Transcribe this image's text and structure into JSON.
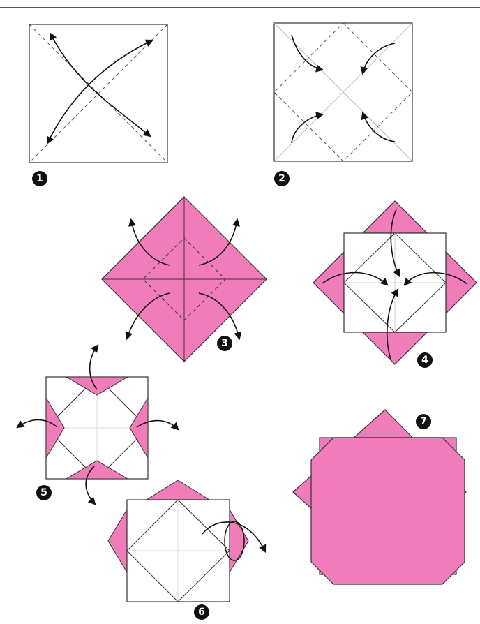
{
  "colors": {
    "paper_pink": "#f07cba",
    "paper_white": "#ffffff",
    "line": "#333333",
    "crease": "#555555",
    "badge": "#111111",
    "rule": "#555555"
  },
  "steps": [
    {
      "number": "1"
    },
    {
      "number": "2"
    },
    {
      "number": "3"
    },
    {
      "number": "4"
    },
    {
      "number": "5"
    },
    {
      "number": "6"
    },
    {
      "number": "7"
    }
  ]
}
